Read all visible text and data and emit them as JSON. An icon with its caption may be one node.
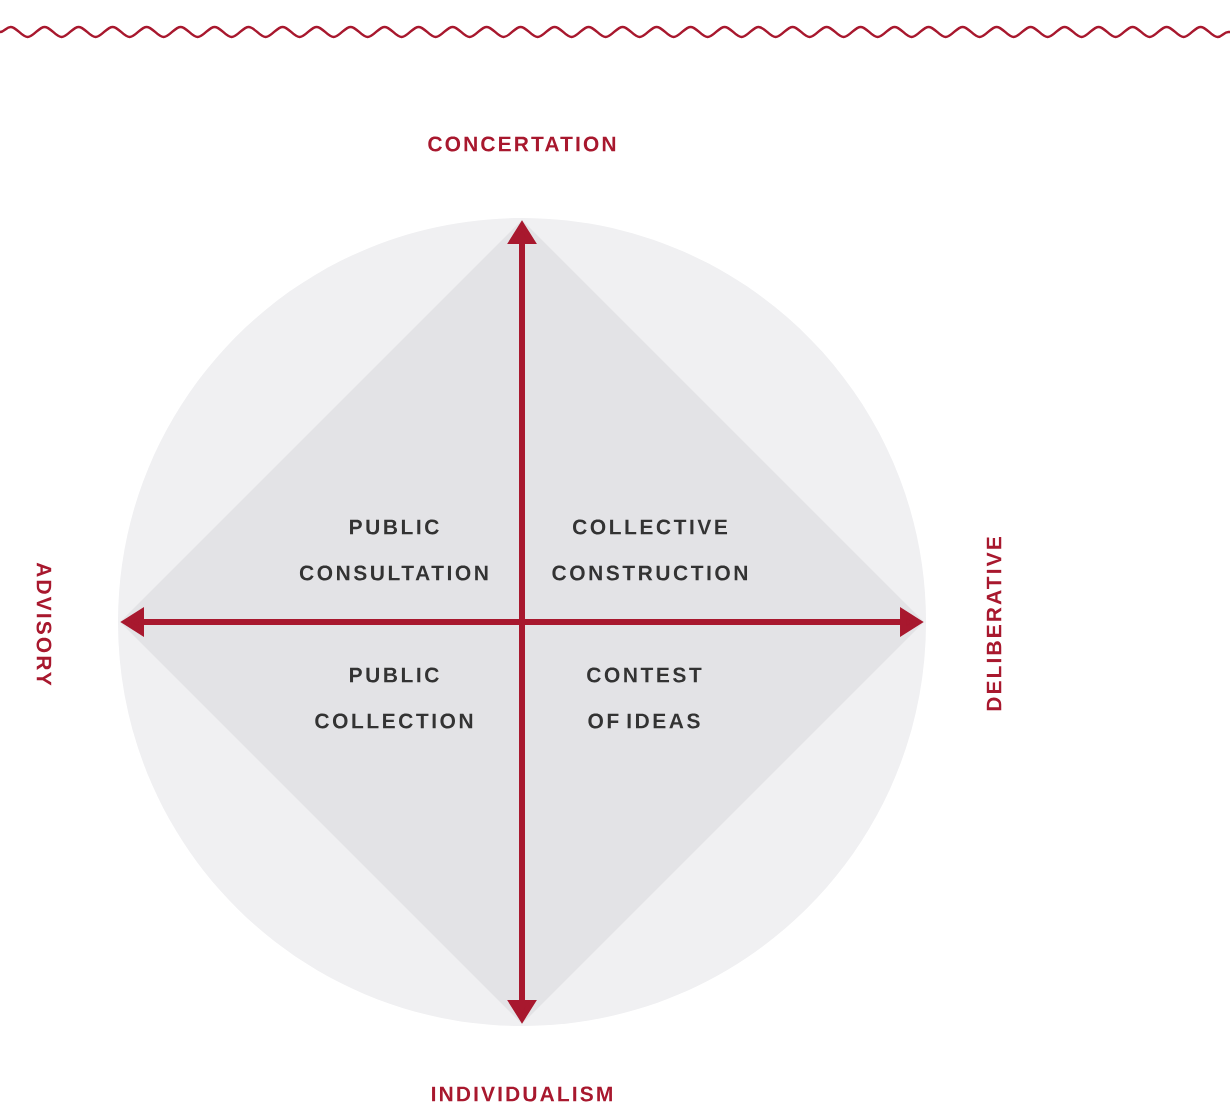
{
  "diagram": {
    "labels": [
      "CONCERTATION",
      "ADVISORY",
      "PUBLIC CONSULTATION",
      "COLLECTIVE CONSTRUCTION",
      "DELIBERATIVE",
      "PUBLIC COLLECTION",
      "CONTEST OF IDEAS",
      "INDIVIDUALISM"
    ]
  }
}
